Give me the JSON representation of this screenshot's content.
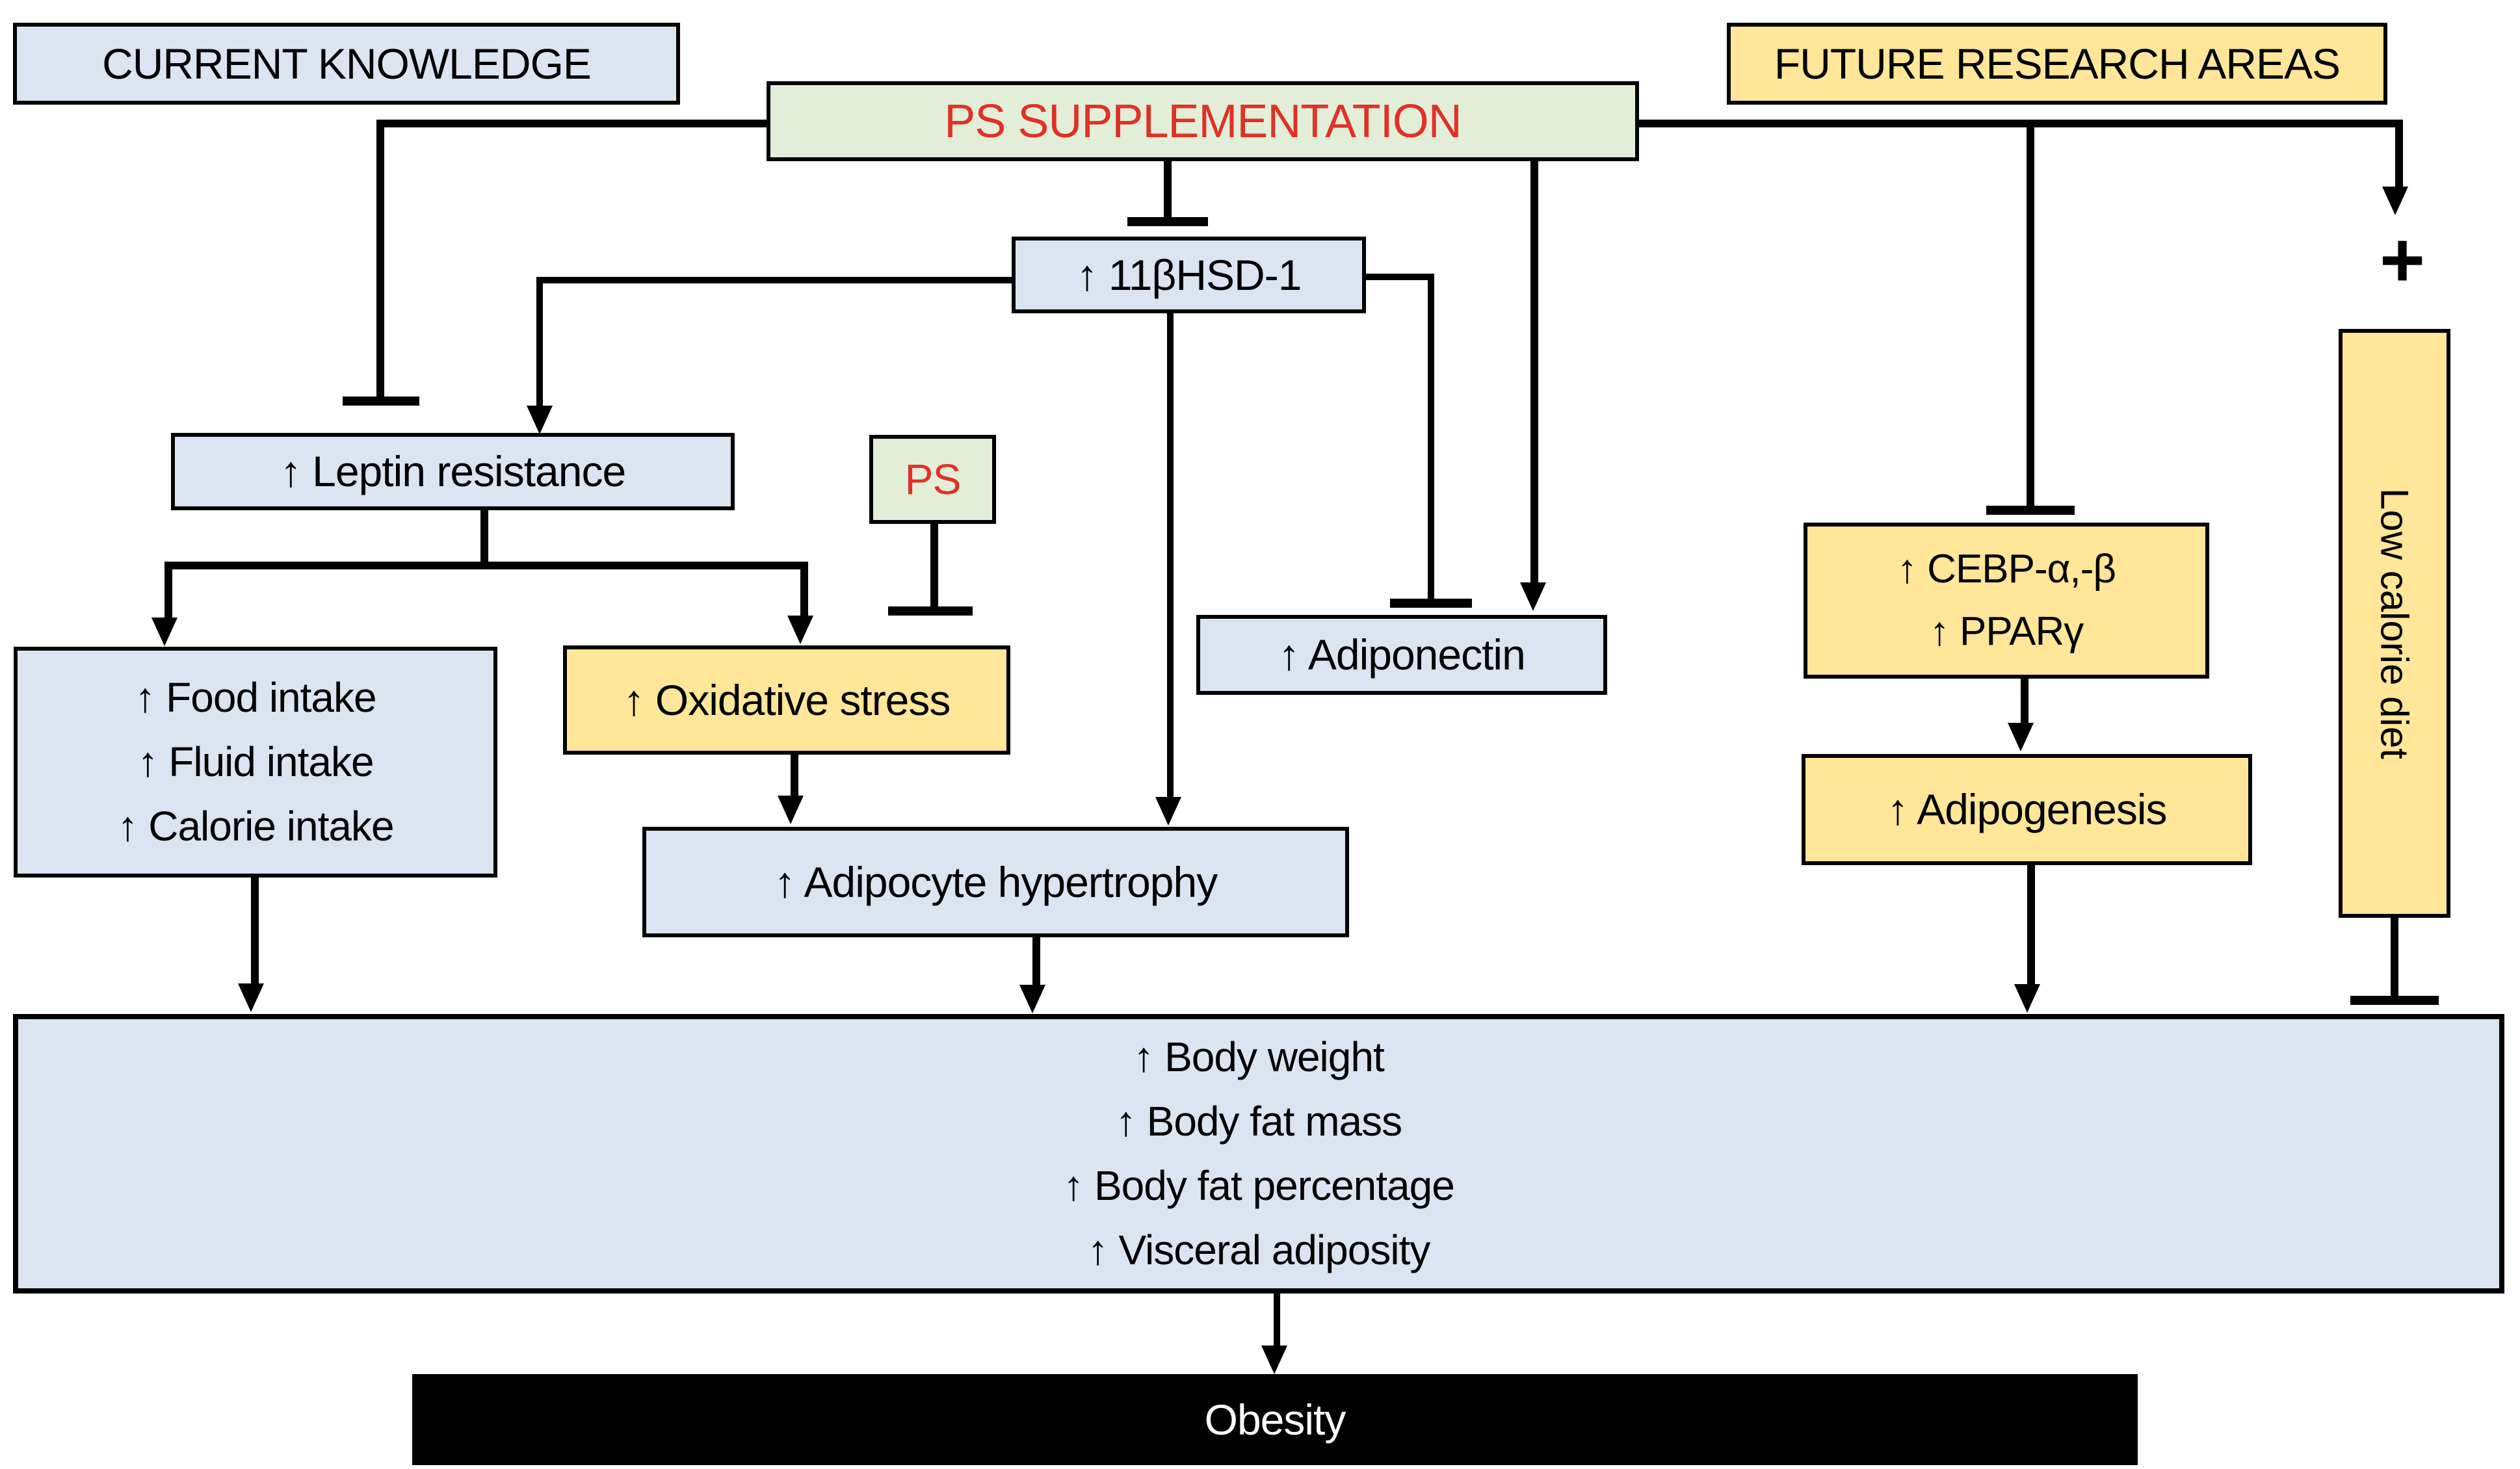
{
  "diagram": {
    "title_left": "CURRENT KNOWLEDGE",
    "title_right": "FUTURE RESEARCH AREAS",
    "nodes": {
      "ps_supplementation": "PS SUPPLEMENTATION",
      "hsd1": "↑ 11βHSD-1",
      "leptin_resistance": "↑ Leptin resistance",
      "ps_small": "PS",
      "intake_lines": [
        "↑ Food intake",
        "↑ Fluid intake",
        "↑ Calorie intake"
      ],
      "oxidative_stress": "↑ Oxidative stress",
      "adiponectin": "↑ Adiponectin",
      "cebp_lines": [
        "↑  CEBP-α,-β",
        "↑  PPARγ"
      ],
      "adipogenesis": "↑  Adipogenesis",
      "low_calorie_diet": "Low calorie diet",
      "adipocyte_hypertrophy": "↑ Adipocyte hypertrophy",
      "outcome_lines": [
        "↑ Body weight",
        "↑ Body fat mass",
        "↑ Body fat percentage",
        "↑ Visceral adiposity"
      ],
      "obesity": "Obesity"
    },
    "symbols": {
      "plus": "+"
    },
    "colors": {
      "light_blue": "#dbe5f1",
      "light_green": "#e3eed9",
      "yellow": "#ffe699",
      "red_text": "#e03127",
      "line_black": "#000000",
      "obesity_bg": "#000000",
      "obesity_text": "#ffffff"
    }
  }
}
